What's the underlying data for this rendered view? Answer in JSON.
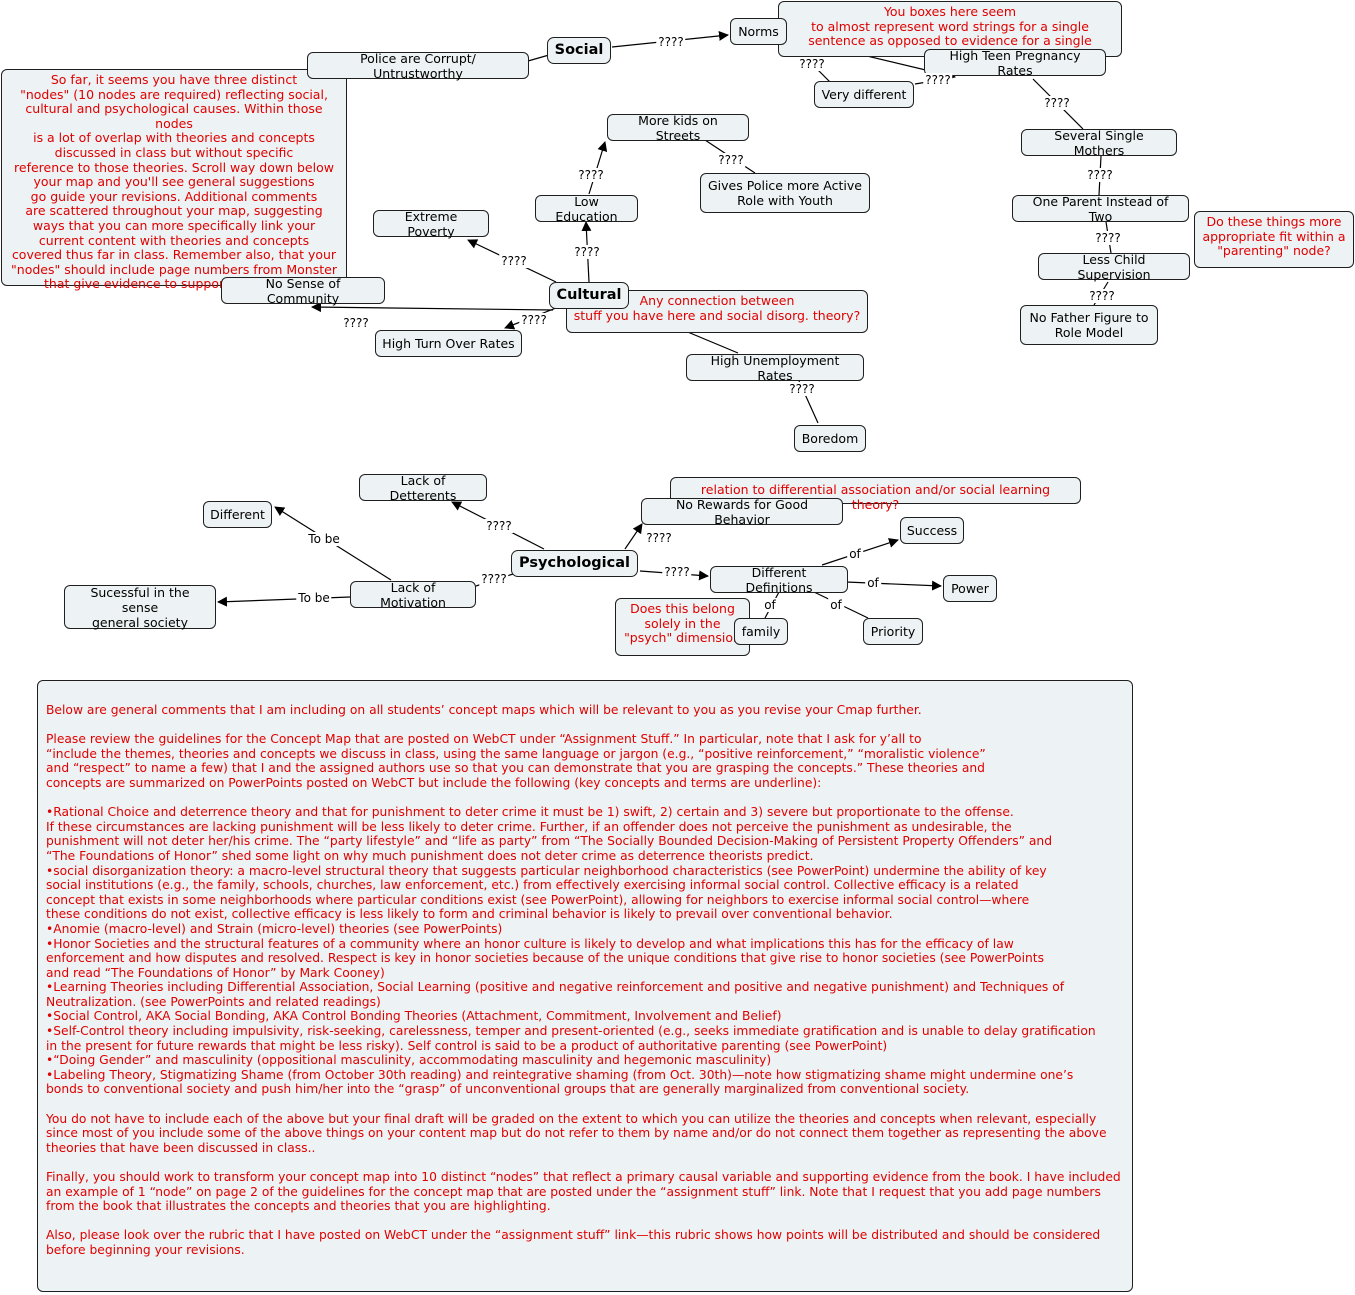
{
  "hubs": {
    "social": "Social",
    "cultural": "Cultural",
    "psychological": "Psychological"
  },
  "nodes": {
    "police_corrupt": "Police are Corrupt/ Untrustworthy",
    "norms": "Norms",
    "high_teen_pregnancy": "High Teen Pregnancy Rates",
    "very_different": "Very different",
    "several_single_mothers": "Several Single Mothers",
    "one_parent": "One Parent Instead of Two",
    "less_child_supervision": "Less Child Supervision",
    "no_father_figure": "No Father Figure to\nRole Model",
    "more_kids_streets": "More kids on Streets",
    "gives_police": "Gives Police more Active\nRole with Youth",
    "low_education": "Low Education",
    "extreme_poverty": "Extreme Poverty",
    "no_sense_community": "No Sense of Community",
    "high_turnover": "High Turn Over Rates",
    "high_unemployment": "High Unemployment Rates",
    "boredom": "Boredom",
    "lack_detterents": "Lack of Detterents",
    "different": "Different",
    "no_rewards": "No Rewards for Good Behavior",
    "success": "Success",
    "different_definitions": "Different Definitions",
    "power": "Power",
    "lack_motivation": "Lack of Motivation",
    "successful_general": "Sucessful in the sense\ngeneral society",
    "family": "family",
    "priority": "Priority"
  },
  "link_labels": {
    "q": "????",
    "to_be": "To be",
    "of": "of"
  },
  "notes": {
    "boxes_word_strings": "You boxes here seem\nto almost represent word strings for a single\nsentence as opposed to evidence for a single concept.",
    "three_nodes": "So far, it seems you have three distinct\n\"nodes\" (10 nodes are required) reflecting social,\ncultural and psychological causes.  Within those nodes\nis a lot of overlap with theories and concepts\ndiscussed in class but without specific\nreference to those theories.   Scroll way down below\nyour map and you'll see general suggestions\ngo guide your revisions.  Additional comments\nare scattered throughout your map, suggesting\nways that you can more specifically link your\ncurrent content with theories and concepts\ncovered thus far in class.  Remember also, that your\n\"nodes\" should include page numbers from Monster\nthat give evidence to support your model",
    "parenting_fit": "Do these things more\nappropriate fit within a\n\"parenting\" node?",
    "social_disorg": "Any connection between\nstuff you have here and social disorg. theory?",
    "differential_assoc": "relation to differential association and/or social learning theory?",
    "psych_dimension": "Does this belong\nsolely in the\n\"psych\" dimension"
  },
  "general_comments": {
    "intro": "Below are general comments that I am including on all students’ concept maps which will be relevant to you as you revise your Cmap further.",
    "guidelines": "Please review the guidelines for the Concept Map that are posted on WebCT under “Assignment Stuff.”  In particular, note that I ask for y’all to\n“include the themes, theories and concepts we discuss in class, using the same language or jargon (e.g., “positive reinforcement,” “moralistic violence”\nand “respect” to name a few) that I and the assigned authors use so that you can demonstrate that you are grasping the concepts.”  These theories and\nconcepts are summarized on PowerPoints posted on WebCT but include the following (key concepts and terms are underline):",
    "bullets": [
      "•Rational Choice and deterrence theory and that for punishment to deter crime it must be   1) swift, 2) certain and 3) severe but proportionate to the offense.\nIf these circumstances are lacking punishment will be less likely to deter crime.  Further, if an offender does not perceive the punishment as undesirable, the\npunishment will not deter her/his crime.  The “party lifestyle” and “life as party” from “The Socially Bounded Decision-Making of Persistent Property Offenders” and\n“The Foundations of Honor” shed some light on why much punishment does not deter crime as deterrence theorists predict.",
      "•social disorganization theory: a macro-level structural theory that suggests particular neighborhood characteristics (see PowerPoint) undermine the ability of key\nsocial institutions (e.g., the family, schools, churches, law enforcement, etc.) from effectively exercising informal social control.  Collective efficacy is a related\nconcept that exists in some neighborhoods where particular conditions exist (see PowerPoint), allowing for neighbors to exercise informal social control—where\nthese conditions do not exist, collective efficacy is less likely to form and criminal behavior is likely to prevail over conventional behavior.",
      "•Anomie (macro-level) and Strain (micro-level) theories (see PowerPoints)",
      "•Honor Societies and the structural features of a community where an honor culture is likely to develop and what implications this has for the efficacy of law\nenforcement and how disputes and resolved.  Respect is key in honor societies because of the unique conditions that give rise to honor societies (see PowerPoints\nand read “The Foundations of Honor” by Mark Cooney)",
      "•Learning Theories including Differential Association, Social Learning (positive and negative reinforcement and positive and negative punishment) and Techniques of\nNeutralization. (see PowerPoints and related readings)",
      "•Social Control, AKA Social Bonding, AKA Control Bonding Theories (Attachment, Commitment, Involvement and Belief)",
      "•Self-Control theory including impulsivity, risk-seeking, carelessness, temper and present-oriented (e.g., seeks immediate gratification and is unable to delay gratification\nin the present for future rewards that might be less risky).  Self control is said to be a product of authoritative parenting (see PowerPoint)",
      "•“Doing Gender” and masculinity (oppositional masculinity, accommodating masculinity and hegemonic masculinity)",
      "•Labeling Theory, Stigmatizing Shame (from October 30th reading) and reintegrative shaming (from Oct. 30th)—note how stigmatizing shame might undermine one’s\nbonds to conventional society and push him/her into the “grasp” of unconventional groups that are generally marginalized from conventional society."
    ],
    "graded": "You do not have to include each of the above but your final draft will be graded on the extent to which you can utilize the theories and concepts when relevant, especially\nsince most of you include some of the above things on your content map but do not refer to them by name and/or do not connect them together as representing the above\ntheories that have been discussed in class..",
    "transform": "Finally, you should work to transform your concept map into 10 distinct “nodes” that reflect a primary causal variable and supporting evidence from the book.  I have included\nan example of 1 “node” on page 2 of the guidelines for the concept map that are posted under the “assignment stuff” link.   Note that I request that you add page numbers\nfrom the book that illustrates the concepts and theories that you are highlighting.",
    "rubric": "Also, please look over the rubric that I have posted on WebCT under the “assignment stuff” link—this rubric shows how points will be distributed and should be considered\nbefore beginning your revisions."
  },
  "colors": {
    "node_fill": "#edf3f4",
    "border": "#1f1f1f",
    "comment_text": "#e00000"
  }
}
